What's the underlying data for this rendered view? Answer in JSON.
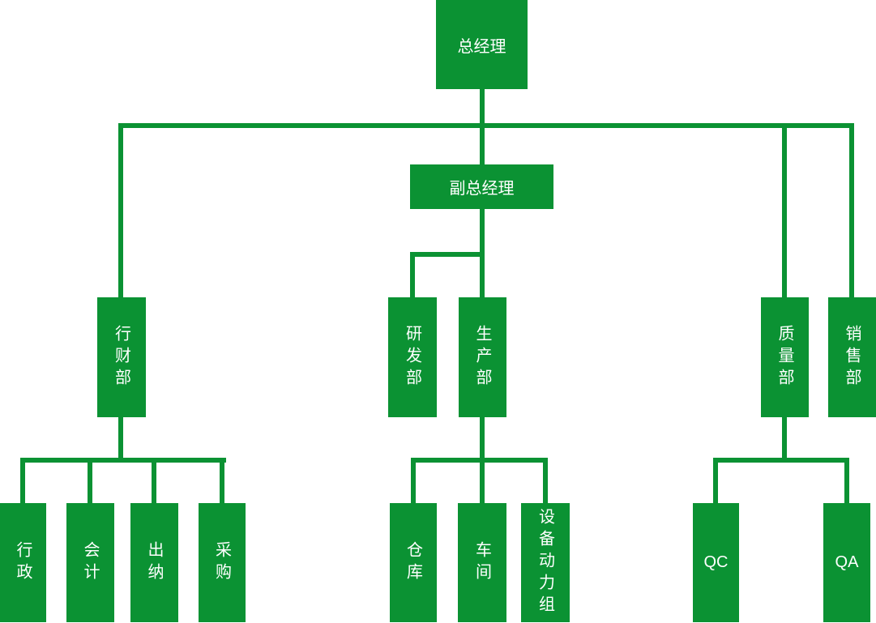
{
  "colors": {
    "node_fill": "#0b9233",
    "line": "#0b9233",
    "text": "#ffffff",
    "background": "#ffffff"
  },
  "nodes": {
    "general_manager": {
      "label": "总经理"
    },
    "deputy_general_manager": {
      "label": "副总经理"
    },
    "admin_finance_dept": {
      "label": "行财部"
    },
    "rnd_dept": {
      "label": "研发部"
    },
    "production_dept": {
      "label": "生产部"
    },
    "quality_dept": {
      "label": "质量部"
    },
    "sales_dept": {
      "label": "销售部"
    },
    "admin": {
      "label": "行政"
    },
    "accounting": {
      "label": "会计"
    },
    "cashier": {
      "label": "出纳"
    },
    "procurement": {
      "label": "采购"
    },
    "warehouse": {
      "label": "仓库"
    },
    "workshop": {
      "label": "车间"
    },
    "equipment_power_group": {
      "label": "设备动力组"
    },
    "qc": {
      "label": "QC"
    },
    "qa": {
      "label": "QA"
    }
  },
  "edges": [
    {
      "from": "总经理",
      "to": "行财部"
    },
    {
      "from": "总经理",
      "to": "副总经理"
    },
    {
      "from": "总经理",
      "to": "质量部"
    },
    {
      "from": "总经理",
      "to": "销售部"
    },
    {
      "from": "副总经理",
      "to": "研发部"
    },
    {
      "from": "副总经理",
      "to": "生产部"
    },
    {
      "from": "行财部",
      "to": "行政"
    },
    {
      "from": "行财部",
      "to": "会计"
    },
    {
      "from": "行财部",
      "to": "出纳"
    },
    {
      "from": "行财部",
      "to": "采购"
    },
    {
      "from": "生产部",
      "to": "仓库"
    },
    {
      "from": "生产部",
      "to": "车间"
    },
    {
      "from": "生产部",
      "to": "设备动力组"
    },
    {
      "from": "质量部",
      "to": "QC"
    },
    {
      "from": "质量部",
      "to": "QA"
    }
  ]
}
